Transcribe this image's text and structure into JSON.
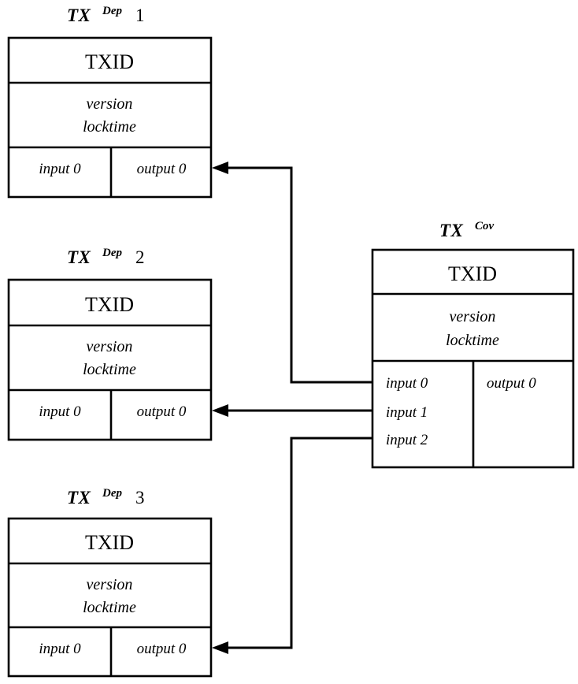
{
  "diagram": {
    "title_prefix": "TX",
    "labels": {
      "txid": "TXID",
      "version": "version",
      "locktime": "locktime"
    },
    "dep_transactions": [
      {
        "name_base": "TX",
        "name_sup": "Dep",
        "name_index": "1",
        "txid": "TXID",
        "version": "version",
        "locktime": "locktime",
        "input": "input 0",
        "output": "output 0"
      },
      {
        "name_base": "TX",
        "name_sup": "Dep",
        "name_index": "2",
        "txid": "TXID",
        "version": "version",
        "locktime": "locktime",
        "input": "input 0",
        "output": "output 0"
      },
      {
        "name_base": "TX",
        "name_sup": "Dep",
        "name_index": "3",
        "txid": "TXID",
        "version": "version",
        "locktime": "locktime",
        "input": "input 0",
        "output": "output 0"
      }
    ],
    "cov_transaction": {
      "name_base": "TX",
      "name_sup": "Cov",
      "name_index": "",
      "txid": "TXID",
      "version": "version",
      "locktime": "locktime",
      "inputs": [
        "input 0",
        "input 1",
        "input 2"
      ],
      "outputs": [
        "output 0"
      ]
    },
    "colors": {
      "stroke": "#000000",
      "fill": "#ffffff",
      "text": "#000000"
    }
  }
}
